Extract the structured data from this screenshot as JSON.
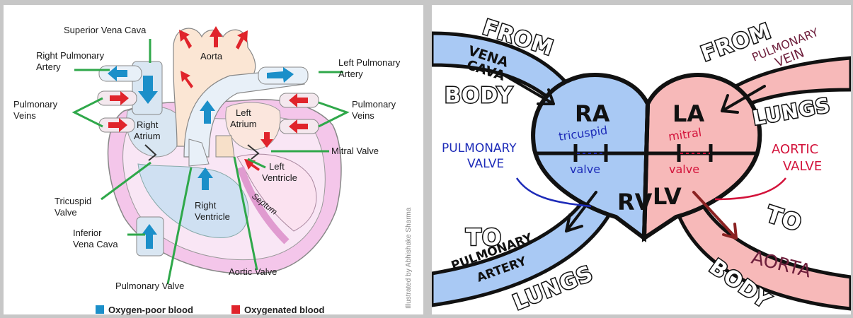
{
  "left": {
    "labels": {
      "superior_vena_cava": "Superior Vena Cava",
      "aorta": "Aorta",
      "right_pulmonary_artery_1": "Right Pulmonary",
      "right_pulmonary_artery_2": "Artery",
      "left_pulmonary_artery_1": "Left Pulmonary",
      "left_pulmonary_artery_2": "Artery",
      "pulmonary_veins_left_1": "Pulmonary",
      "pulmonary_veins_left_2": "Veins",
      "pulmonary_veins_right_1": "Pulmonary",
      "pulmonary_veins_right_2": "Veins",
      "right_atrium_1": "Right",
      "right_atrium_2": "Atrium",
      "left_atrium_1": "Left",
      "left_atrium_2": "Atrium",
      "mitral_valve": "Mitral Valve",
      "left_ventricle_1": "Left",
      "left_ventricle_2": "Ventricle",
      "tricuspid_valve_1": "Tricuspid",
      "tricuspid_valve_2": "Valve",
      "right_ventricle_1": "Right",
      "right_ventricle_2": "Ventricle",
      "septum": "Septum",
      "inferior_vena_cava_1": "Inferior",
      "inferior_vena_cava_2": "Vena Cava",
      "aortic_valve": "Aortic Valve",
      "pulmonary_valve": "Pulmonary Valve"
    },
    "credit": "Illustrated by Abhishake Sharma",
    "legend": [
      {
        "label": "Oxygen-poor blood",
        "color": "#1b8fc9"
      },
      {
        "label": "Oxygenated blood",
        "color": "#e0242b"
      }
    ]
  },
  "right": {
    "labels": {
      "from_top_left": "FROM",
      "vena": "VENA",
      "cava": "CAVA",
      "body_left": "BODY",
      "from_top_right": "FROM",
      "pulmonary_vein_1": "PULMONARY",
      "pulmonary_vein_2": "VEIN",
      "lungs_top_right": "LUNGS",
      "ra": "RA",
      "la": "LA",
      "rv": "RV",
      "lv": "LV",
      "tricuspid_1": "tricuspid",
      "tricuspid_2": "valve",
      "mitral_1": "mitral",
      "mitral_2": "valve",
      "pulmonary_valve_1": "PULMONARY",
      "pulmonary_valve_2": "VALVE",
      "aortic_valve_1": "AORTIC",
      "aortic_valve_2": "VALVE",
      "to_left": "TO",
      "pulmonary_artery_1": "PULMONARY",
      "pulmonary_artery_2": "ARTERY",
      "lungs_bottom": "LUNGS",
      "to_right": "TO",
      "aorta": "AORTA",
      "body_right": "BODY"
    },
    "colors": {
      "right_side": "#a9c9f4",
      "left_side": "#f7b9b9"
    }
  }
}
